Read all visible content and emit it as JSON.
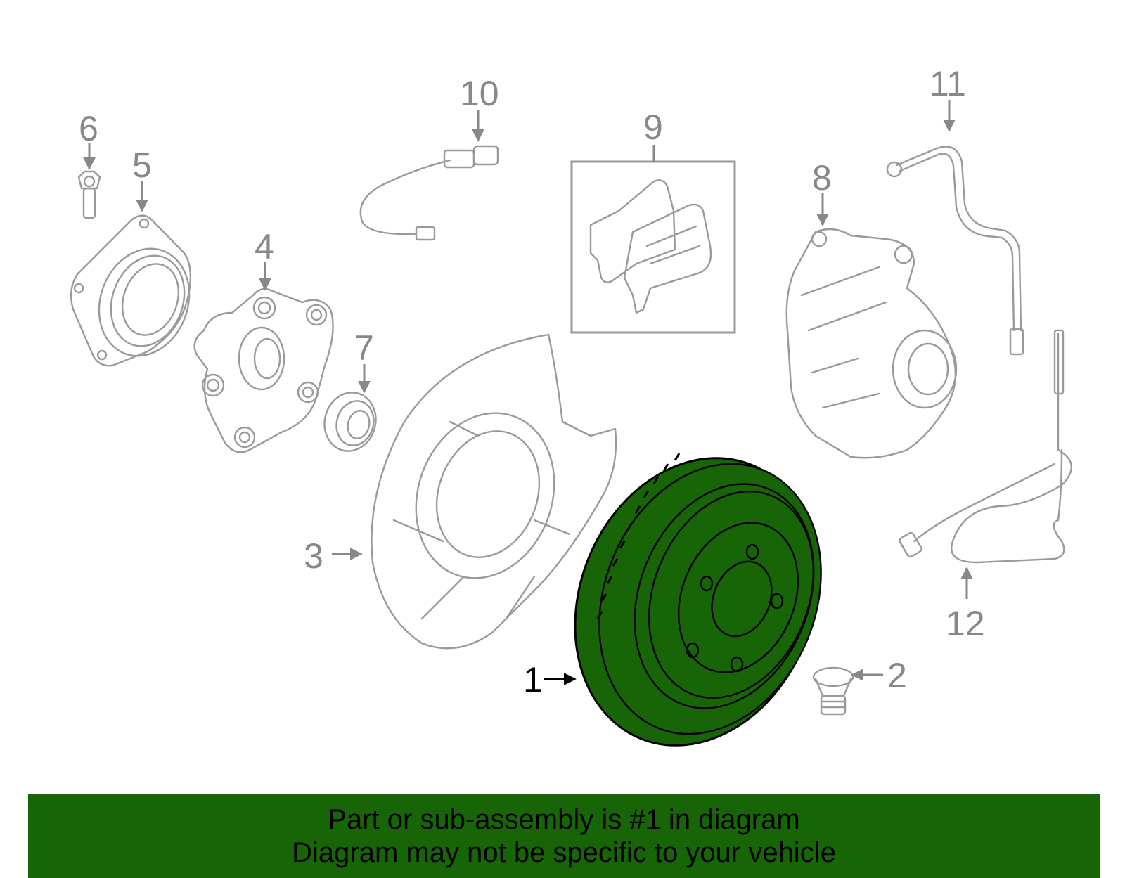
{
  "colors": {
    "highlight": "#176507",
    "banner_bg": "#176507",
    "part_outline": "#9a9a9a",
    "callout_gray": "#888888",
    "callout_selected": "#000000"
  },
  "selected_part": "1",
  "callouts": {
    "c1": "1",
    "c2": "2",
    "c3": "3",
    "c4": "4",
    "c5": "5",
    "c6": "6",
    "c7": "7",
    "c8": "8",
    "c9": "9",
    "c10": "10",
    "c11": "11",
    "c12": "12"
  },
  "banner": {
    "line1": "Part or sub-assembly is #1 in diagram",
    "line2": "Diagram may not be specific to your vehicle"
  }
}
